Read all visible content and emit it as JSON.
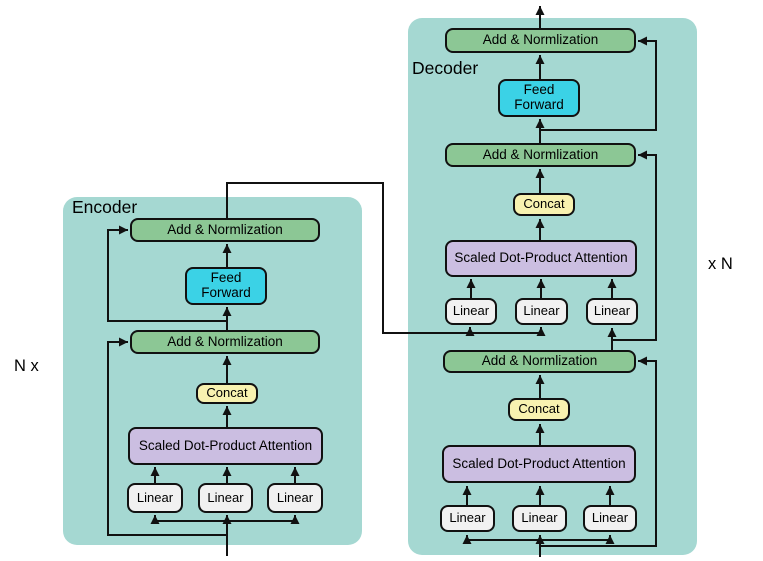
{
  "encoder": {
    "title": "Encoder",
    "multiplier": "N x",
    "add_norm_1": "Add & Normlization",
    "feed_forward": "Feed Forward",
    "add_norm_2": "Add & Normlization",
    "concat": "Concat",
    "attention": "Scaled Dot-Product Attention",
    "linear_1": "Linear",
    "linear_2": "Linear",
    "linear_3": "Linear"
  },
  "decoder": {
    "title": "Decoder",
    "multiplier": "x N",
    "add_norm_top": "Add & Normlization",
    "feed_forward": "Feed Forward",
    "add_norm_mid": "Add & Normlization",
    "concat_upper": "Concat",
    "attention_upper": "Scaled Dot-Product Attention",
    "linear_u1": "Linear",
    "linear_u2": "Linear",
    "linear_u3": "Linear",
    "add_norm_low": "Add & Normlization",
    "concat_lower": "Concat",
    "attention_lower": "Scaled Dot-Product Attention",
    "linear_l1": "Linear",
    "linear_l2": "Linear",
    "linear_l3": "Linear"
  },
  "colors": {
    "panel_bg": "#a5d8d2",
    "add_norm_fill": "#8cc795",
    "feed_forward_fill": "#3bd2e6",
    "concat_fill": "#f8f2b0",
    "attention_fill": "#cbbee1",
    "linear_fill": "#f1f1f1",
    "outline": "#111111"
  }
}
